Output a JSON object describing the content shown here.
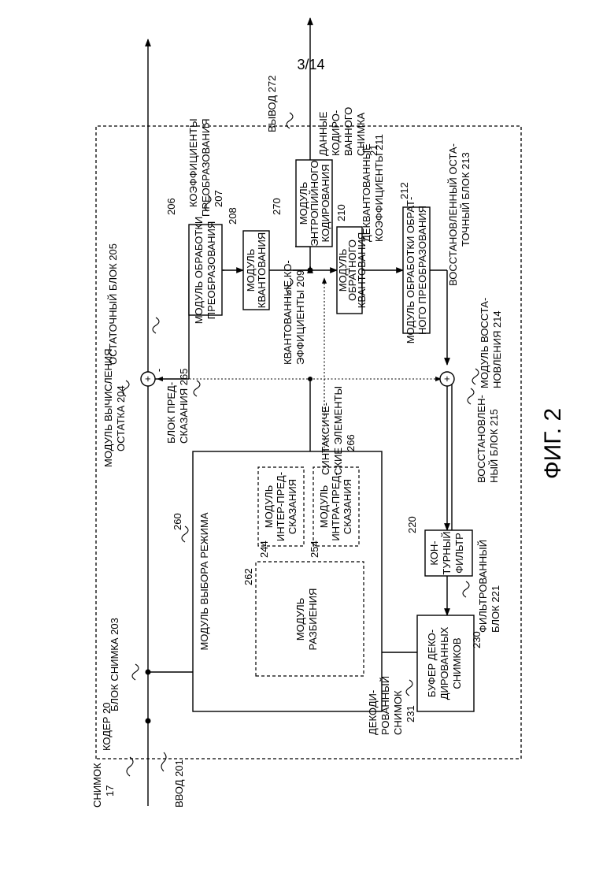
{
  "page": {
    "sheet": "3/14",
    "figure": "ФИГ. 2"
  },
  "encoder": {
    "label": "КОДЕР 20"
  },
  "input": {
    "picture": "СНИМОК",
    "picture_num": "17",
    "input_label": "ВВОД 201"
  },
  "blocks": {
    "transform": [
      "МОДУЛЬ ОБРАБОТКИ",
      "ПРЕОБРАЗОВАНИЯ"
    ],
    "transform_num": "206",
    "quant": [
      "МОДУЛЬ",
      "КВАНТОВАНИЯ"
    ],
    "quant_num": "208",
    "entropy": [
      "МОДУЛЬ",
      "ЭНТРОПИЙНОГО",
      "КОДИРОВАНИЯ"
    ],
    "entropy_num": "270",
    "invquant": [
      "МОДУЛЬ",
      "ОБРАТНОГО",
      "КВАНТОВАНИЯ"
    ],
    "invquant_num": "210",
    "invtransform": [
      "МОДУЛЬ ОБРАБОТКИ ОБРАТ-",
      "НОГО ПРЕОБРАЗОВАНИЯ"
    ],
    "invtransform_num": "212",
    "mode": "МОДУЛЬ ВЫБОРА РЕЖИМА",
    "mode_num": "260",
    "inter": [
      "МОДУЛЬ",
      "ИНТЕР-ПРЕД-",
      "СКАЗАНИЯ"
    ],
    "inter_num": "244",
    "intra": [
      "МОДУЛЬ",
      "ИНТРА-ПРЕД-",
      "СКАЗАНИЯ"
    ],
    "intra_num": "254",
    "partition": [
      "МОДУЛЬ",
      "РАЗБИЕНИЯ"
    ],
    "partition_num": "262",
    "loopfilter": [
      "КОН-",
      "ТУРНЫЙ",
      "ФИЛЬТР"
    ],
    "loopfilter_num": "220",
    "dpb": [
      "БУФЕР ДЕКО-",
      "ДИРОВАННЫХ",
      "СНИМКОВ"
    ],
    "dpb_num": "230"
  },
  "labels": {
    "picture_block": "БЛОК СНИМКА 203",
    "residual_calc": [
      "МОДУЛЬ ВЫЧИСЛЕНИЯ",
      "ОСТАТКА 204"
    ],
    "residual_block": "ОСТАТОЧНЫЙ БЛОК 205",
    "pred_block": [
      "БЛОК ПРЕД-",
      "СКАЗАНИЯ 265"
    ],
    "coeffs": [
      "КОЭФФИЦИЕНТЫ",
      "ПРЕОБРАЗОВАНИЯ",
      "207"
    ],
    "quant_coeffs": [
      "КВАНТОВАННЫЕ КО-",
      "ЭФФИЦИЕНТЫ 209"
    ],
    "syntax": [
      "СИНТАКСИЧЕ-",
      "СКИЕ ЭЛЕМЕНТЫ",
      "266"
    ],
    "output": "ВЫВОД 272",
    "encoded": [
      "ДАННЫЕ",
      "КОДИРО-",
      "ВАННОГО",
      "СНИМКА",
      "21"
    ],
    "dequant": [
      "ДЕКВАНТОВАННЫЕ",
      "КОЭФФИЦИЕНТЫ 211"
    ],
    "recon_residual": [
      "ВОССТАНОВЛЕННЫЙ ОСТА-",
      "ТОЧНЫЙ БЛОК 213"
    ],
    "recon_module": [
      "МОДУЛЬ ВОССТА-",
      "НОВЛЕНИЯ 214"
    ],
    "recon_block": [
      "ВОССТАНОВЛЕН-",
      "НЫЙ БЛОК 215"
    ],
    "filtered": [
      "ФИЛЬТРОВАННЫЙ",
      "БЛОК 221"
    ],
    "decoded": [
      "ДЕКОДИ-",
      "РОВАННЫЙ",
      "СНИМОК",
      "231"
    ]
  },
  "symbols": {
    "plus": "+",
    "minus": "-"
  }
}
